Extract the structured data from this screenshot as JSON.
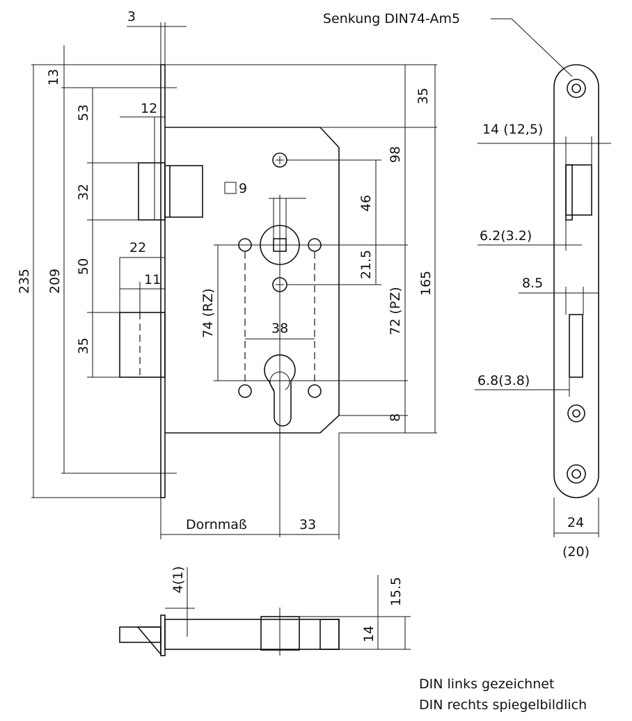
{
  "dimensions": {
    "d3": "3",
    "d13": "13",
    "d53": "53",
    "d12": "12",
    "d32": "32",
    "sq9": "9",
    "d50": "50",
    "d22": "22",
    "d11": "11",
    "d35": "35",
    "d235": "235",
    "d209": "209",
    "d35top": "35",
    "d98": "98",
    "d46": "46",
    "d21_5": "21.5",
    "d165": "165",
    "d74rz": "74 (RZ)",
    "d72pz": "72 (PZ)",
    "d38": "38",
    "d8": "8",
    "dornmass": "Dornmaß",
    "d33": "33",
    "senkung": "Senkung DIN74-Am5",
    "d14_12_5": "14 (12,5)",
    "d6_2": "6.2(3.2)",
    "d8_5": "8.5",
    "d6_8": "6.8(3.8)",
    "d24": "24",
    "d20": "(20)",
    "d4_1": "4(1)",
    "d15_5": "15.5",
    "d14": "14"
  },
  "notes": {
    "line1": "DIN links gezeichnet",
    "line2": "DIN rechts spiegelbildlich"
  }
}
